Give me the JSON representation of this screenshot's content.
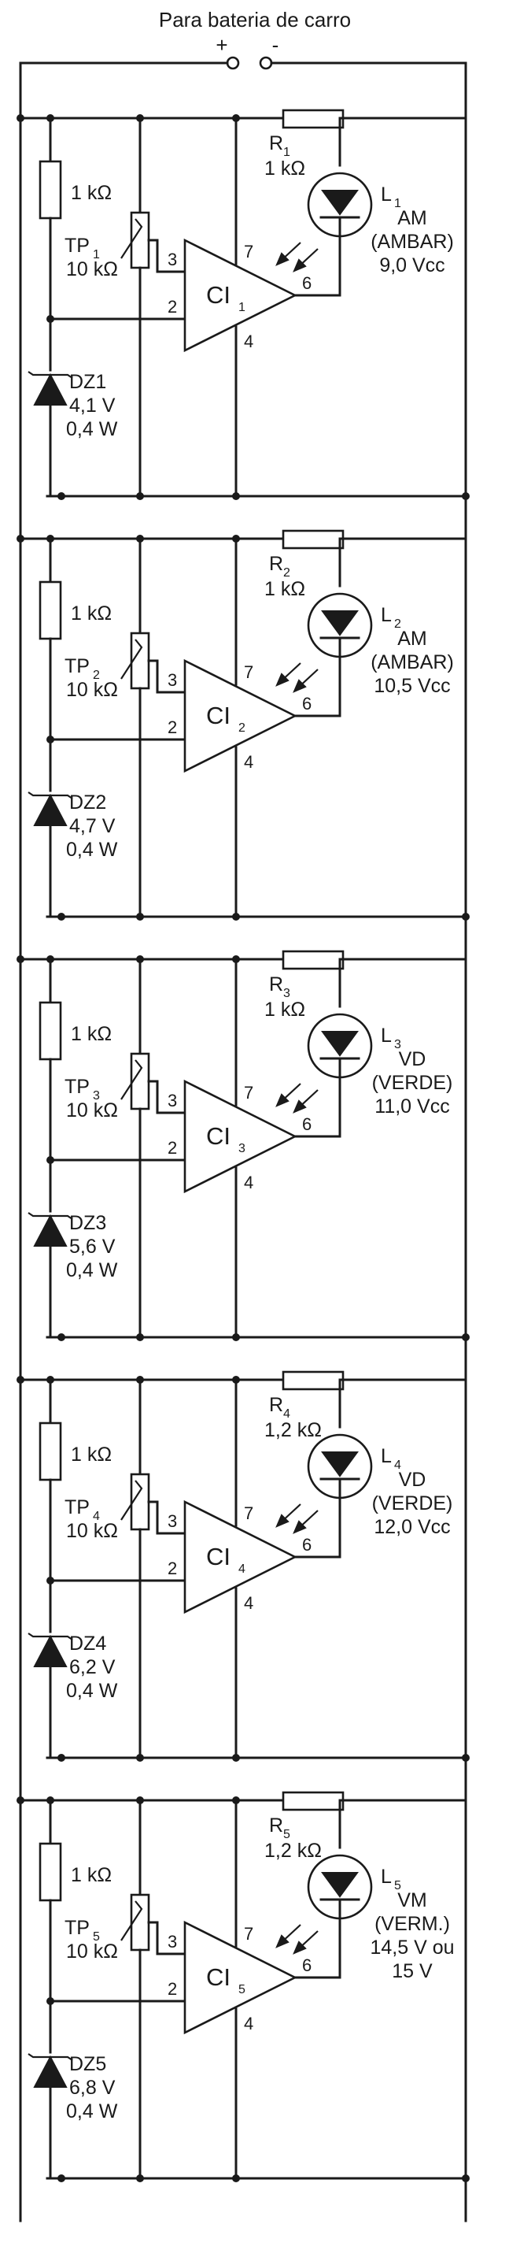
{
  "header": {
    "caption": "Para bateria de carro",
    "plus": "+",
    "minus": "-"
  },
  "stages": [
    {
      "r_top_label": "1 kΩ",
      "tp_label": "TP",
      "tp_sub": "1",
      "tp_value": "10 kΩ",
      "dz_label": "DZ1",
      "dz_voltage": "4,1 V",
      "dz_power": "0,4 W",
      "ci_label": "CI",
      "ci_sub": "1",
      "pin_3": "3",
      "pin_2": "2",
      "pin_7": "7",
      "pin_6": "6",
      "pin_4": "4",
      "r_label": "R",
      "r_sub": "1",
      "r_value": "1 kΩ",
      "led_label": "L",
      "led_sub": "1",
      "led_lines": [
        "AM",
        "(AMBAR)",
        "9,0 Vcc"
      ]
    },
    {
      "r_top_label": "1 kΩ",
      "tp_label": "TP",
      "tp_sub": "2",
      "tp_value": "10 kΩ",
      "dz_label": "DZ2",
      "dz_voltage": "4,7 V",
      "dz_power": "0,4 W",
      "ci_label": "CI",
      "ci_sub": "2",
      "pin_3": "3",
      "pin_2": "2",
      "pin_7": "7",
      "pin_6": "6",
      "pin_4": "4",
      "r_label": "R",
      "r_sub": "2",
      "r_value": "1 kΩ",
      "led_label": "L",
      "led_sub": "2",
      "led_lines": [
        "AM",
        "(AMBAR)",
        "10,5 Vcc"
      ]
    },
    {
      "r_top_label": "1 kΩ",
      "tp_label": "TP",
      "tp_sub": "3",
      "tp_value": "10 kΩ",
      "dz_label": "DZ3",
      "dz_voltage": "5,6 V",
      "dz_power": "0,4 W",
      "ci_label": "CI",
      "ci_sub": "3",
      "pin_3": "3",
      "pin_2": "2",
      "pin_7": "7",
      "pin_6": "6",
      "pin_4": "4",
      "r_label": "R",
      "r_sub": "3",
      "r_value": "1 kΩ",
      "led_label": "L",
      "led_sub": "3",
      "led_lines": [
        "VD",
        "(VERDE)",
        "11,0 Vcc"
      ]
    },
    {
      "r_top_label": "1 kΩ",
      "tp_label": "TP",
      "tp_sub": "4",
      "tp_value": "10 kΩ",
      "dz_label": "DZ4",
      "dz_voltage": "6,2 V",
      "dz_power": "0,4 W",
      "ci_label": "CI",
      "ci_sub": "4",
      "pin_3": "3",
      "pin_2": "2",
      "pin_7": "7",
      "pin_6": "6",
      "pin_4": "4",
      "r_label": "R",
      "r_sub": "4",
      "r_value": "1,2 kΩ",
      "led_label": "L",
      "led_sub": "4",
      "led_lines": [
        "VD",
        "(VERDE)",
        "12,0  Vcc"
      ]
    },
    {
      "r_top_label": "1 kΩ",
      "tp_label": "TP",
      "tp_sub": "5",
      "tp_value": "10 kΩ",
      "dz_label": "DZ5",
      "dz_voltage": "6,8 V",
      "dz_power": "0,4 W",
      "ci_label": "CI",
      "ci_sub": "5",
      "pin_3": "3",
      "pin_2": "2",
      "pin_7": "7",
      "pin_6": "6",
      "pin_4": "4",
      "r_label": "R",
      "r_sub": "5",
      "r_value": "1,2 kΩ",
      "led_label": "L",
      "led_sub": "5",
      "led_lines": [
        "VM",
        "(VERM.)",
        "14,5 V ou",
        "15 V"
      ]
    }
  ]
}
